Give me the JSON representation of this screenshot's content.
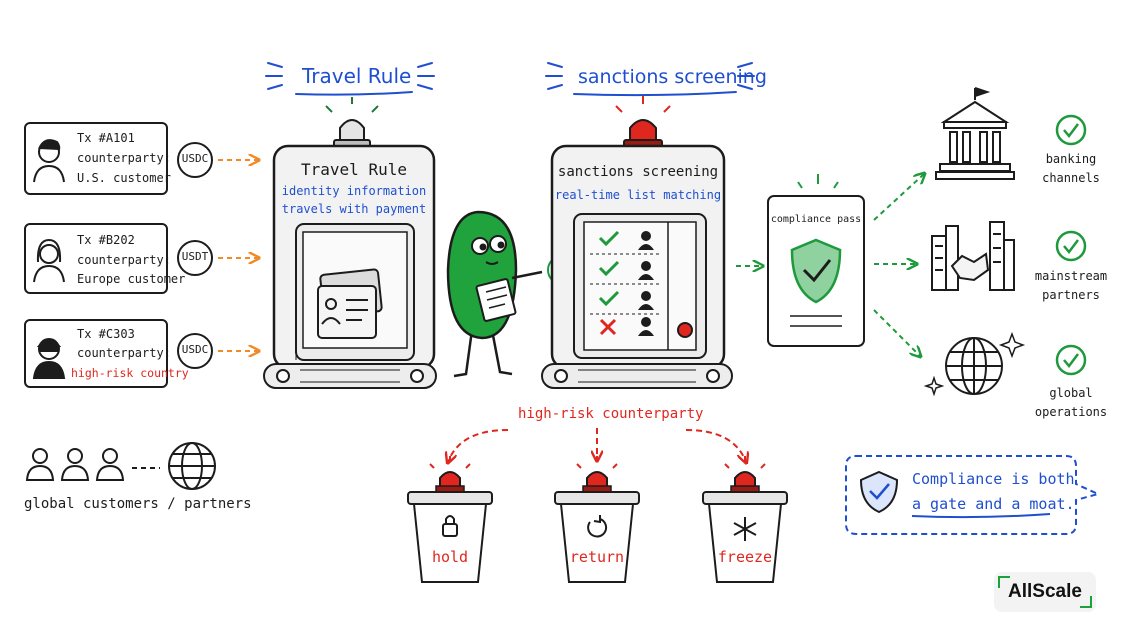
{
  "headers": {
    "travel_rule": "Travel Rule",
    "sanctions": "sanctions screening"
  },
  "transactions": [
    {
      "tx": "Tx #A101",
      "cp_label": "counterparty:",
      "cp_value": "U.S. customer",
      "token": "USDC",
      "risk": false
    },
    {
      "tx": "Tx #B202",
      "cp_label": "counterparty:",
      "cp_value": "Europe customer",
      "token": "USDT",
      "risk": false
    },
    {
      "tx": "Tx #C303",
      "cp_label": "counterparty:",
      "cp_value": "high-risk country",
      "token": "USDC",
      "risk": true
    }
  ],
  "travel_gate": {
    "title": "Travel Rule",
    "subtitle_line1": "identity information",
    "subtitle_line2": "travels with payment"
  },
  "sanctions_gate": {
    "title": "sanctions screening",
    "subtitle": "real-time list matching",
    "checks": [
      "pass",
      "pass",
      "pass",
      "fail"
    ]
  },
  "compliance_card": {
    "title": "compliance pass"
  },
  "destinations": [
    {
      "line1": "banking",
      "line2": "channels",
      "icon": "bank-icon"
    },
    {
      "line1": "mainstream",
      "line2": "partners",
      "icon": "handshake-icon"
    },
    {
      "line1": "global",
      "line2": "operations",
      "icon": "globe-icon"
    }
  ],
  "high_risk": {
    "label": "high-risk counterparty",
    "actions": [
      {
        "label": "hold",
        "icon": "lock-icon"
      },
      {
        "label": "return",
        "icon": "return-icon"
      },
      {
        "label": "freeze",
        "icon": "snowflake-icon"
      }
    ]
  },
  "customers": {
    "label": "global customers / partners"
  },
  "moat": {
    "line1": "Compliance is both",
    "line2": "a gate and a moat."
  },
  "brand": {
    "name": "AllScale"
  },
  "colors": {
    "blue": "#1f4fd1",
    "red": "#e0271f",
    "green": "#1e9a3c",
    "orange": "#f08a24",
    "mascot": "#20a33d"
  }
}
